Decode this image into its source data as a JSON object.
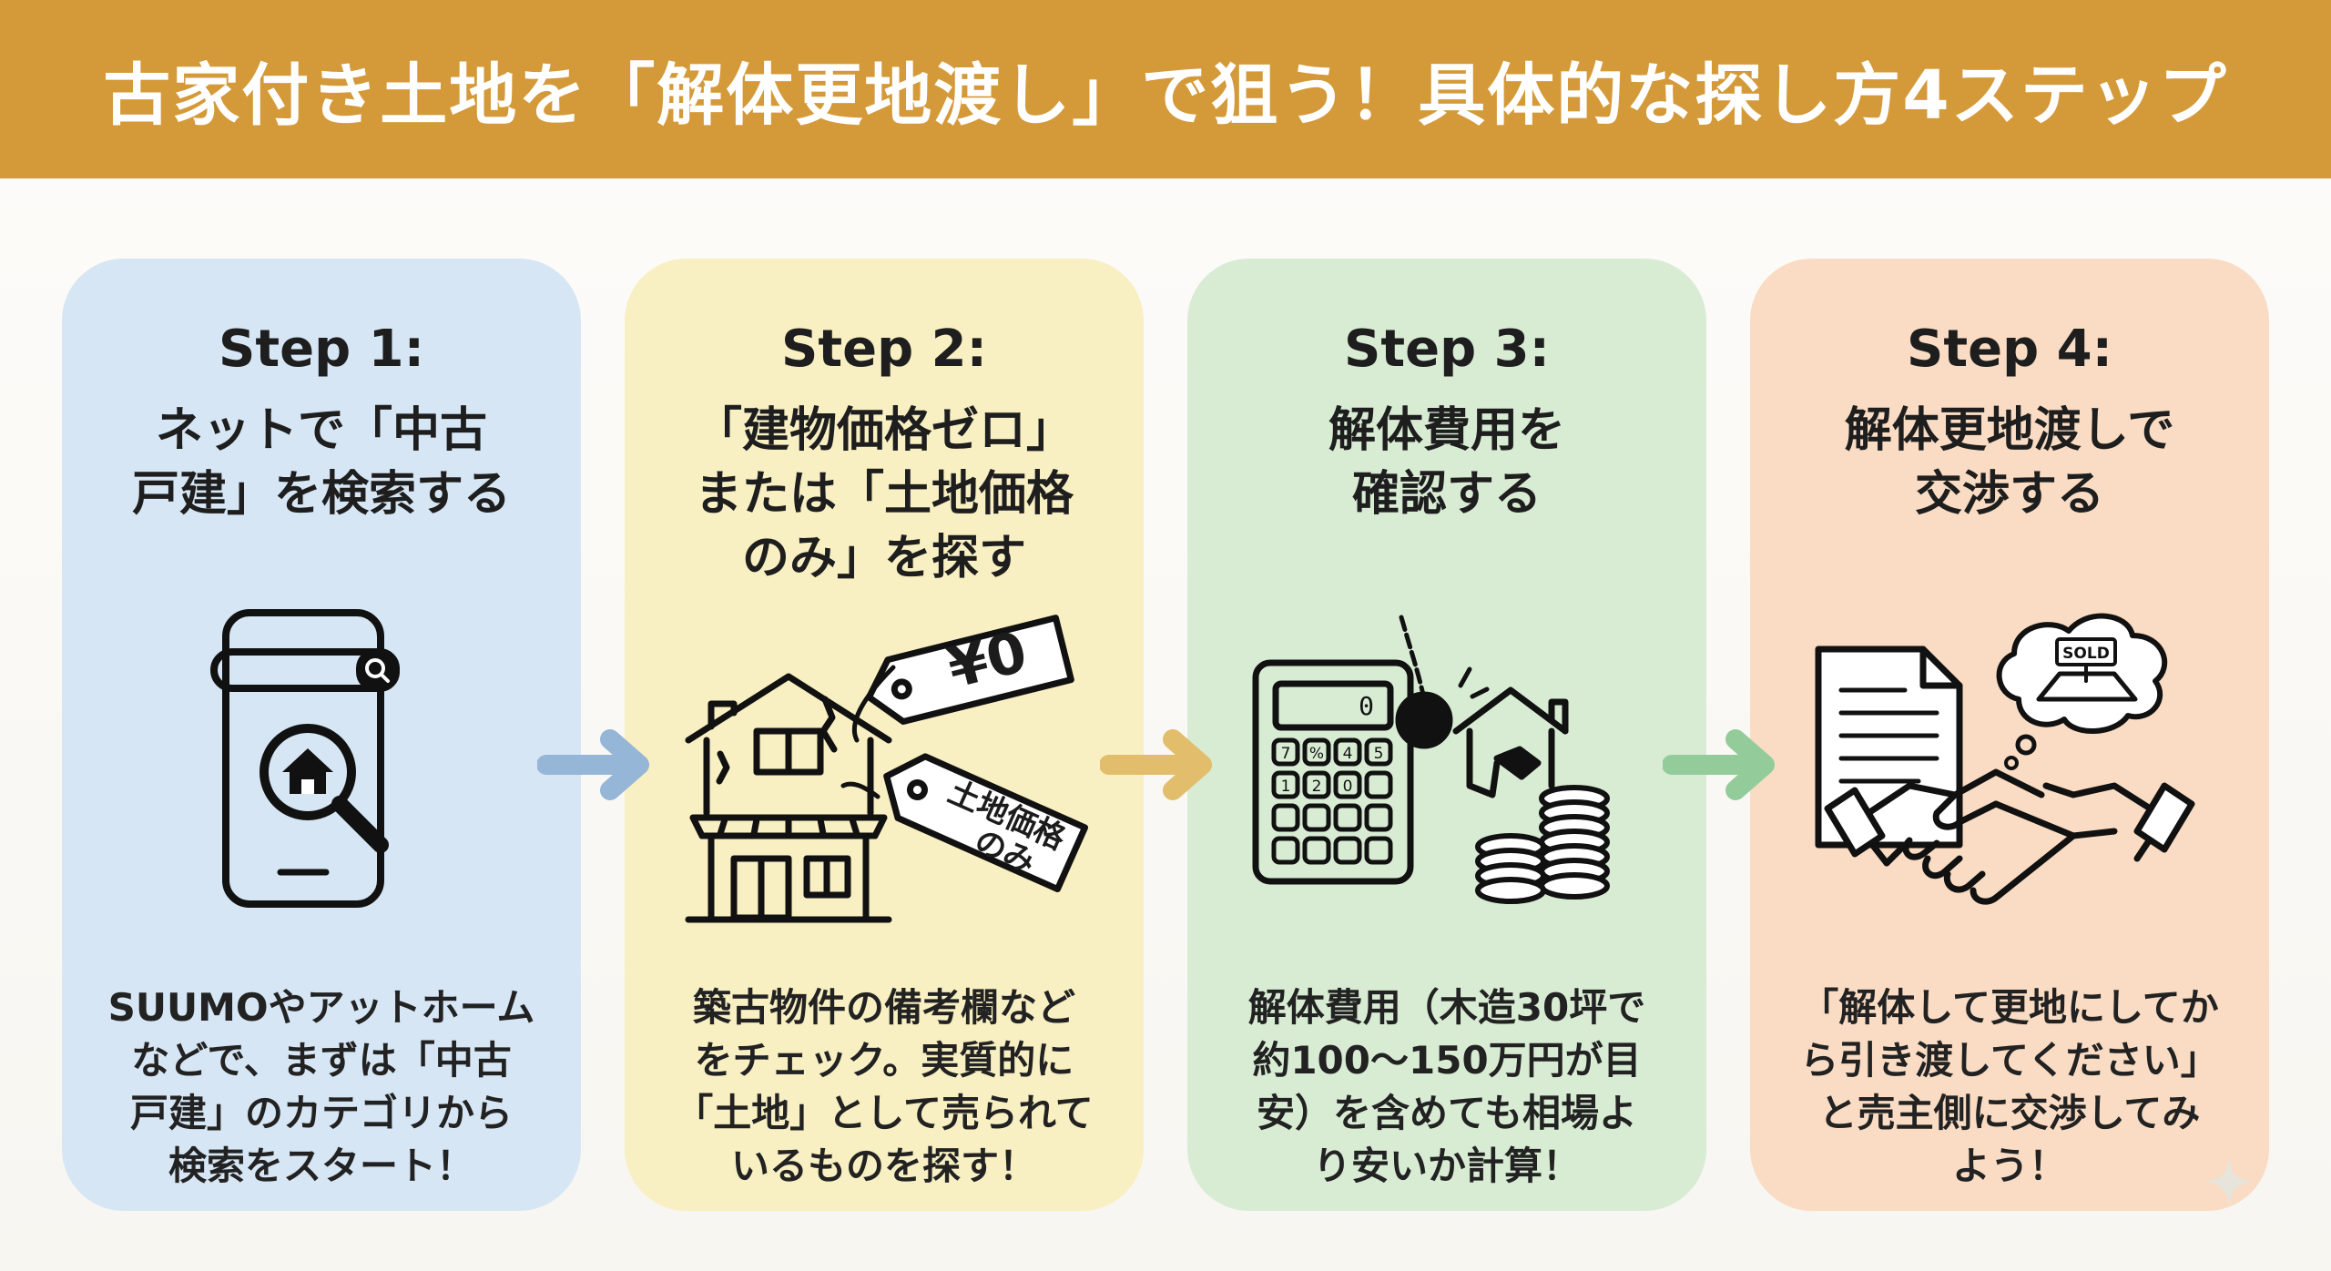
{
  "title": "古家付き土地を「解体更地渡し」で狙う！具体的な探し方4ステップ",
  "colors": {
    "banner": "#d49a3a",
    "card1": "#d6e6f4",
    "card2": "#f8efc2",
    "card3": "#d8ecd4",
    "card4": "#f9dcc3",
    "arrow1": "#95b6d6",
    "arrow2": "#e2bd6c",
    "arrow3": "#93cc9a"
  },
  "steps": [
    {
      "label": "Step 1:",
      "heading": [
        "ネットで「中古",
        "戸建」を検索する"
      ],
      "icon": "smartphone-house-search-icon",
      "description": [
        "SUUMOやアットホーム",
        "などで、まずは「中古",
        "戸建」のカテゴリから",
        "検索をスタート！"
      ]
    },
    {
      "label": "Step 2:",
      "heading": [
        "「建物価格ゼロ」",
        "または「土地価格",
        "のみ」を探す"
      ],
      "icon": "old-house-price-tag-icon",
      "tags": {
        "price": "¥0",
        "land_line1": "土地価格",
        "land_line2": "のみ"
      },
      "description": [
        "築古物件の備考欄など",
        "をチェック。実質的に",
        "「土地」として売られて",
        "いるものを探す！"
      ]
    },
    {
      "label": "Step 3:",
      "heading": [
        "解体費用を",
        "確認する"
      ],
      "icon": "calculator-demolition-coins-icon",
      "calc_display": "0",
      "calc_keys": [
        "7",
        "%",
        "4",
        "5",
        "1",
        "2",
        "0",
        "",
        "",
        "",
        "",
        "",
        "",
        "",
        "",
        ""
      ],
      "description": [
        "解体費用（木造30坪で",
        "約100〜150万円が目",
        "安）を含めても相場よ",
        "り安いか計算！"
      ]
    },
    {
      "label": "Step 4:",
      "heading": [
        "解体更地渡しで",
        "交渉する"
      ],
      "icon": "document-handshake-sold-icon",
      "sold_sign": "SOLD",
      "description": [
        "「解体して更地にしてか",
        "ら引き渡してください」",
        "と売主側に交渉してみ",
        "よう！"
      ]
    }
  ]
}
